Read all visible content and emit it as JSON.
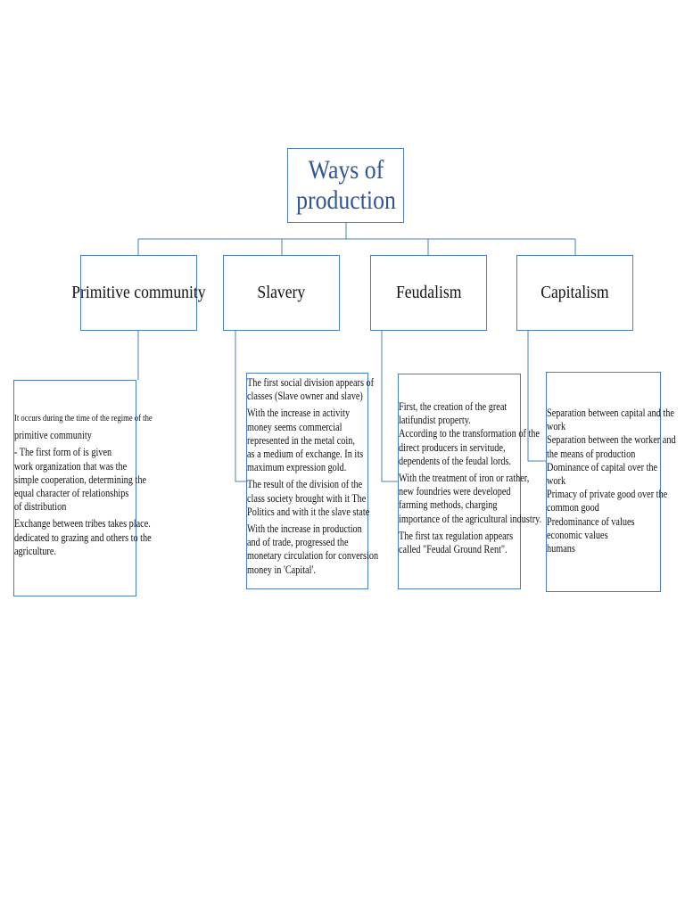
{
  "title": [
    "Ways of",
    "production"
  ],
  "categories": [
    {
      "label": "Primitive community",
      "paragraphs": [
        {
          "lines": [
            "It occurs during the time of the regime of the"
          ],
          "small": true
        },
        {
          "lines": [
            "primitive community"
          ]
        },
        {
          "lines": [
            "- The first form of is given",
            "work organization that was the",
            "simple cooperation, determining the",
            "equal character of relationships",
            "of distribution"
          ]
        },
        {
          "lines": [
            "Exchange between tribes takes place.",
            "dedicated to grazing and others to the",
            "agriculture."
          ]
        }
      ]
    },
    {
      "label": "Slavery",
      "paragraphs": [
        {
          "lines": [
            "The first social division appears of",
            "classes (Slave owner and slave)"
          ]
        },
        {
          "lines": [
            "With the increase in activity",
            "money seems commercial",
            "represented in the metal coin,",
            "as a medium of exchange. In its",
            "maximum expression gold."
          ]
        },
        {
          "lines": [
            "The result of the division of the",
            "class society brought with it The",
            "Politics and with it the slave state"
          ]
        },
        {
          "lines": [
            "With the increase in production",
            "and of trade, progressed the",
            "monetary circulation for conversion",
            "money in 'Capital'."
          ]
        }
      ]
    },
    {
      "label": "Feudalism",
      "paragraphs": [
        {
          "lines": [
            "First, the creation of the great",
            "latifundist property.",
            "According to the transformation of the",
            "direct producers in servitude,",
            "dependents of the feudal lords."
          ]
        },
        {
          "lines": [
            " With the treatment of iron or rather,",
            "new foundries were developed",
            "farming methods, charging",
            "importance of the agricultural industry."
          ]
        },
        {
          "lines": [
            "The first tax regulation appears",
            "called \"Feudal Ground Rent\"."
          ]
        }
      ]
    },
    {
      "label": "Capitalism",
      "paragraphs": [
        {
          "lines": [
            "Separation between capital and the",
            "work",
            "Separation between the worker and",
            "the means of production",
            "Dominance of capital over the",
            "work",
            "Primacy of private good over the",
            "common good",
            "Predominance of values",
            "economic values",
            "humans"
          ]
        }
      ]
    }
  ],
  "colors": {
    "border": "#4a7ebb",
    "title": "#2f5597",
    "text": "#111111"
  }
}
